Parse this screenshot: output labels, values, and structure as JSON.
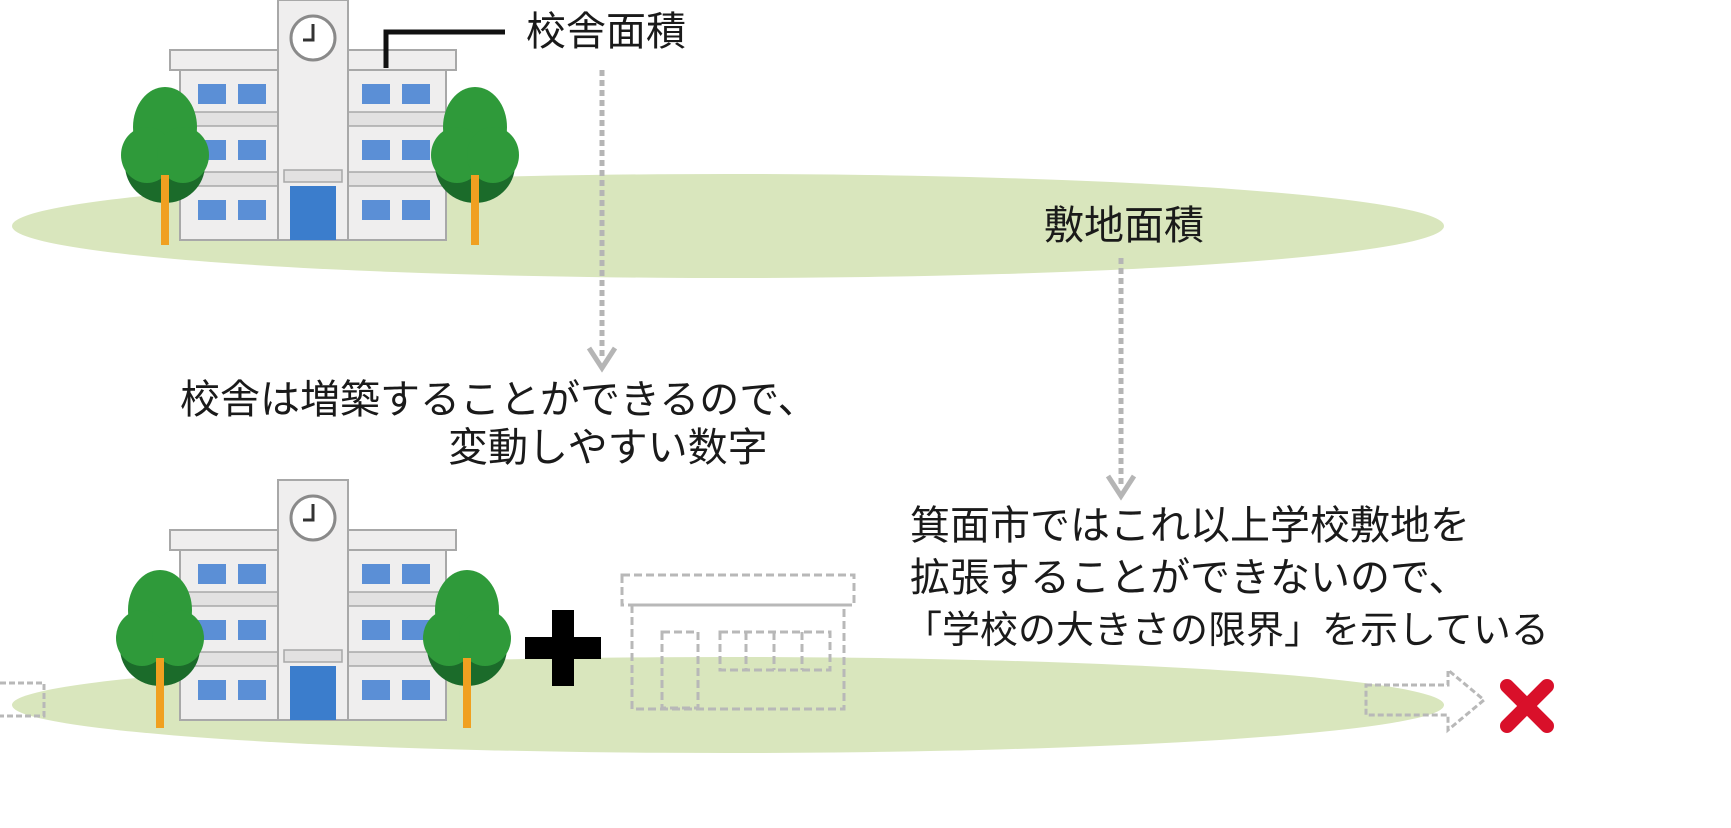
{
  "labels": {
    "school_building_area": "校舎面積",
    "site_area": "敷地面積"
  },
  "notes": {
    "building_line1": "校舎は増築することができるので、",
    "building_line2": "変動しやすい数字",
    "site_line1": "箕面市ではこれ以上学校敷地を",
    "site_line2": "拡張することができないので、",
    "site_line3": "「学校の大きさの限界」を示している"
  },
  "colors": {
    "ground": "#d9e6bd",
    "building_wall": "#efeeee",
    "building_outline": "#a8a8a8",
    "window": "#5b8fd6",
    "door": "#3b7dcc",
    "tree": "#2f9a3a",
    "tree_dark": "#1b6b2a",
    "trunk": "#f0a020",
    "arrow": "#b5b5b5",
    "plus": "#000000",
    "cross": "#d9102a",
    "dashed": "#b8b8b8"
  },
  "icons": [
    "school-building-icon",
    "tree-icon",
    "clock-icon",
    "plus-icon",
    "extension-building-icon",
    "cross-icon",
    "dashed-arrow-icon"
  ]
}
